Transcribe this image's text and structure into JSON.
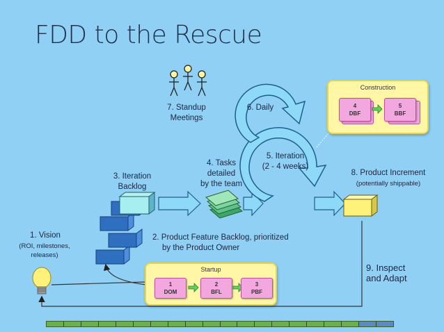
{
  "title": "FDD to the Rescue",
  "vision": {
    "label": "1. Vision",
    "sub": "(ROI, milestones, releases)"
  },
  "backlog": {
    "line1": "2. Product Feature Backlog, prioritized",
    "line2": "by the Product Owner"
  },
  "iteration_backlog": {
    "line1": "3. Iteration",
    "line2": "Backlog"
  },
  "tasks": {
    "line1": "4. Tasks",
    "line2": "detailed",
    "line3": "by the team"
  },
  "iteration": {
    "line1": "5. Iteration",
    "line2": "(2 - 4 weeks)"
  },
  "daily": "6. Daily",
  "standup": {
    "line1": "7. Standup",
    "line2": "Meetings"
  },
  "product_increment": {
    "line1": "8. Product Increment",
    "line2": "(potentially shippable)"
  },
  "inspect": {
    "line1": "9. Inspect",
    "line2": "and Adapt"
  },
  "construction": {
    "title": "Construction",
    "cards": [
      {
        "num": "4",
        "code": "DBF"
      },
      {
        "num": "5",
        "code": "BBF"
      }
    ]
  },
  "startup": {
    "title": "Startup",
    "cards": [
      {
        "num": "1",
        "code": "DOM"
      },
      {
        "num": "2",
        "code": "BFL"
      },
      {
        "num": "3",
        "code": "PBF"
      }
    ]
  },
  "progress": {
    "completed": 18,
    "total": 20,
    "done_color": "#6ab04c",
    "pending_color": "#5c88c8"
  },
  "colors": {
    "background": "#8fd0f4",
    "arrow": "#8ed8f8",
    "arrow_outline": "#1d5f8c",
    "card_pink": "#f3a7df",
    "panel_yellow": "#fff7a6"
  }
}
